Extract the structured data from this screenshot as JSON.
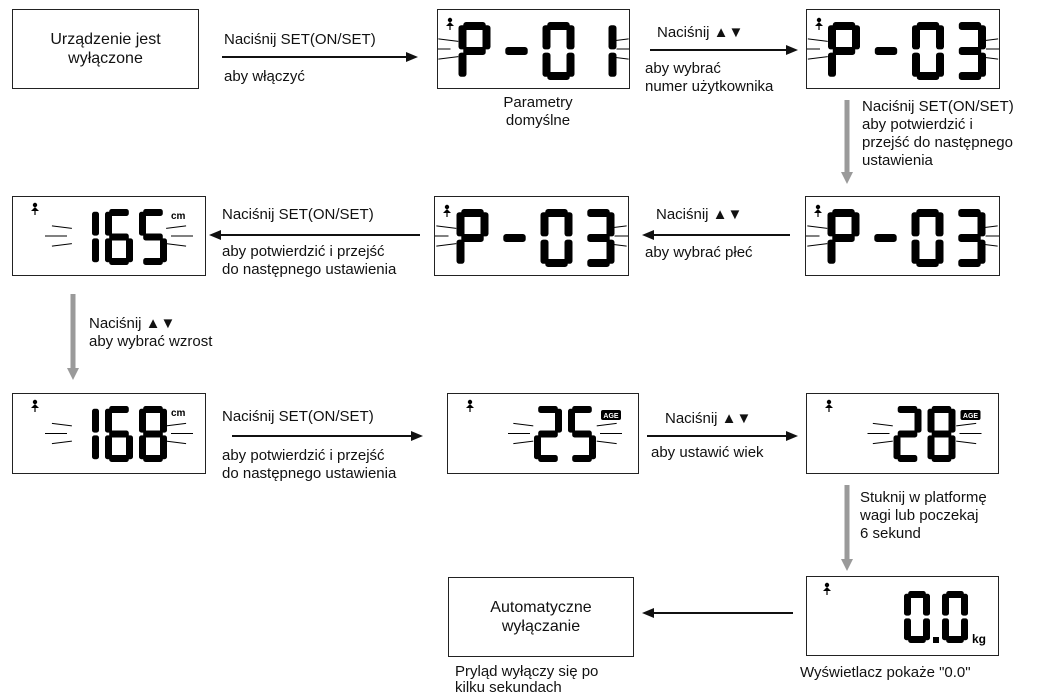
{
  "text_boxes": {
    "off_start": "Urządzenie jest\nwyłączone",
    "auto_off": "Automatyczne\nwyłączanie"
  },
  "displays": {
    "d1": {
      "digits": "P-01",
      "unit": ""
    },
    "d2": {
      "digits": "P-03",
      "unit": ""
    },
    "d3": {
      "digits": "P-03",
      "unit": ""
    },
    "d4": {
      "digits": "P-03",
      "unit": ""
    },
    "d5": {
      "digits": "165",
      "unit": "cm"
    },
    "d6": {
      "digits": "168",
      "unit": "cm"
    },
    "d7": {
      "digits": "25",
      "unit": "AGE"
    },
    "d8": {
      "digits": "28",
      "unit": "AGE"
    },
    "d9": {
      "digits": "0.0",
      "unit": "kg"
    }
  },
  "labels": {
    "a1_top": "Naciśnij SET(ON/SET)",
    "a1_bottom": "aby włączyć",
    "default_params": "Parametry\ndomyślne",
    "a2_top": "Naciśnij ▲▼",
    "a2_bottom": "aby wybrać\nnumer użytkownika",
    "a3_side": "Naciśnij SET(ON/SET)\naby potwierdzić i\nprzejść do następnego\nustawienia",
    "a4_top": "Naciśnij ▲▼",
    "a4_bottom": "aby wybrać płeć",
    "a5_top": "Naciśnij SET(ON/SET)",
    "a5_bottom": "aby potwierdzić i przejść\ndo następnego ustawienia",
    "a6_side": "Naciśnij ▲▼\naby wybrać wzrost",
    "a7_top": "Naciśnij SET(ON/SET)",
    "a7_bottom": "aby potwierdzić i przejść\ndo następnego ustawienia",
    "a8_top": "Naciśnij ▲▼",
    "a8_bottom": "aby ustawić wiek",
    "a9_side": "Stuknij w platformę\nwagi lub poczekaj\n6 sekund",
    "display_shows": "Wyświetlacz pokaże \"0.0\"",
    "auto_off_note": "Pryląd wyłączy się po\nkilku sekundach"
  },
  "colors": {
    "black_arrow": "#111111",
    "grey_arrow": "#9a9a9a"
  }
}
